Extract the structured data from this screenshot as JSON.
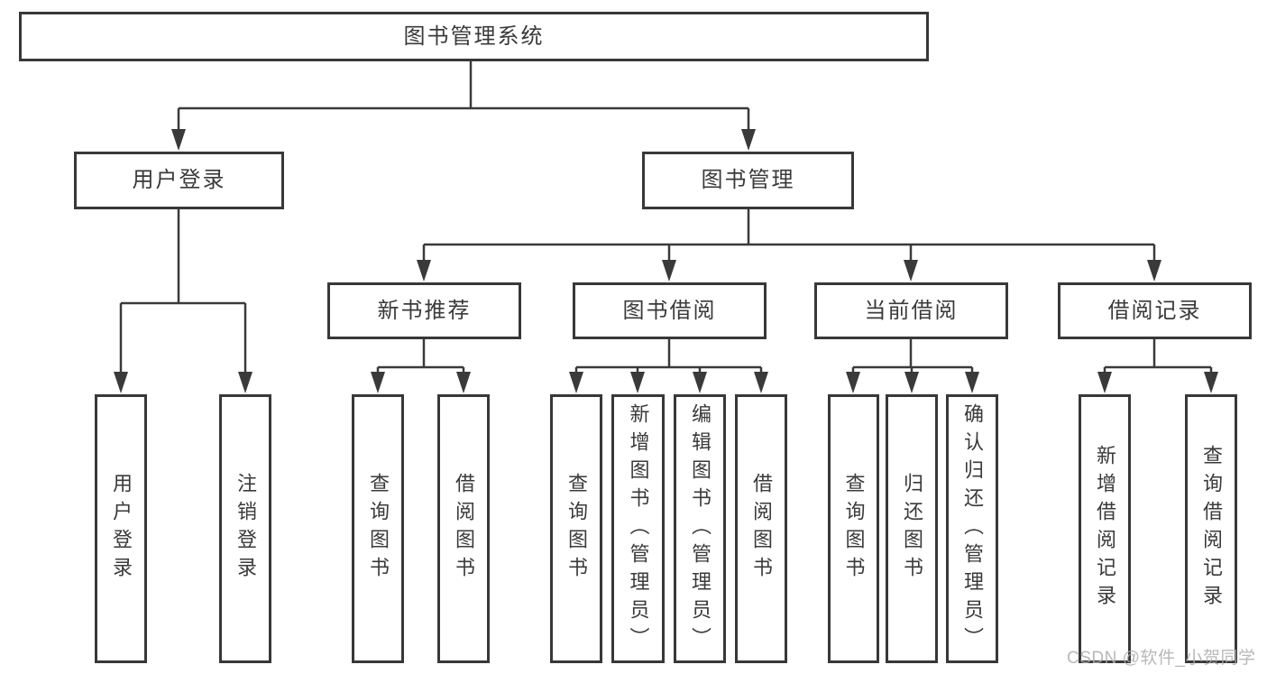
{
  "diagram": {
    "title": "图书管理系统",
    "root": {
      "label": "图书管理系统"
    },
    "level2": {
      "user_login": {
        "label": "用户登录"
      },
      "book_management": {
        "label": "图书管理"
      }
    },
    "level3": {
      "new_book_recommend": {
        "label": "新书推荐",
        "parent": "图书管理"
      },
      "book_borrow": {
        "label": "图书借阅",
        "parent": "图书管理"
      },
      "current_borrow": {
        "label": "当前借阅",
        "parent": "图书管理"
      },
      "borrow_records": {
        "label": "借阅记录",
        "parent": "图书管理"
      }
    },
    "leaves": {
      "user_login": {
        "label": "用户登录",
        "parent": "用户登录"
      },
      "logout": {
        "label": "注销登录",
        "parent": "用户登录"
      },
      "nb_query_books": {
        "label": "查询图书",
        "parent": "新书推荐"
      },
      "nb_borrow_books": {
        "label": "借阅图书",
        "parent": "新书推荐"
      },
      "bb_query_books": {
        "label": "查询图书",
        "parent": "图书借阅"
      },
      "bb_add_books": {
        "label": "新增图书（管理员）",
        "parent": "图书借阅"
      },
      "bb_edit_books": {
        "label": "编辑图书（管理员）",
        "parent": "图书借阅"
      },
      "bb_borrow_books": {
        "label": "借阅图书",
        "parent": "图书借阅"
      },
      "cb_query_books": {
        "label": "查询图书",
        "parent": "当前借阅"
      },
      "cb_return_books": {
        "label": "归还图书",
        "parent": "当前借阅"
      },
      "cb_confirm_return": {
        "label": "确认归还（管理员）",
        "parent": "当前借阅"
      },
      "br_add_record": {
        "label": "新增借阅记录",
        "parent": "借阅记录"
      },
      "br_query_record": {
        "label": "查询借阅记录",
        "parent": "借阅记录"
      }
    },
    "watermark": "CSDN @软件_小贺同学",
    "colors": {
      "line": "#3a3a3a",
      "text": "#3a3a3a",
      "background": "#ffffff",
      "watermark": "#acacac"
    }
  }
}
